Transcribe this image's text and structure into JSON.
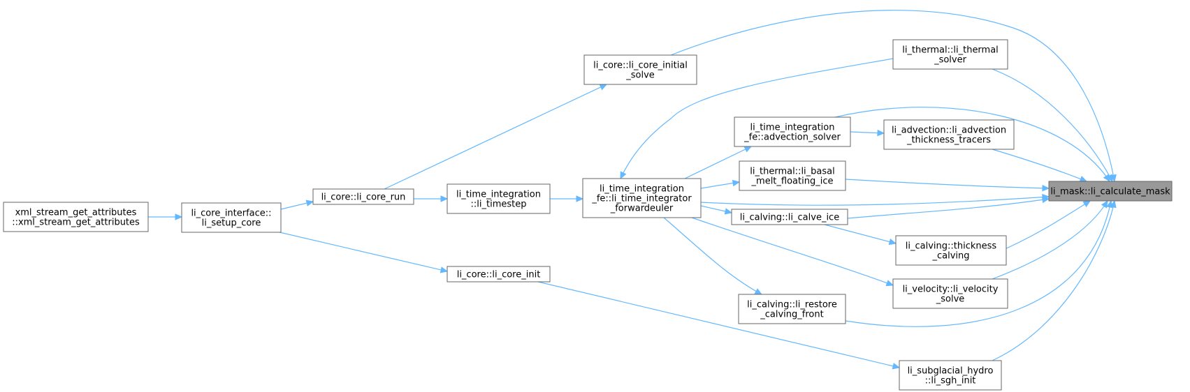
{
  "graph": {
    "nodes": [
      {
        "id": "calc_mask",
        "lines": [
          "li_mask::li_calculate_mask"
        ],
        "highlight": true
      },
      {
        "id": "core_initial_solve",
        "lines": [
          "li_core::li_core_initial",
          "_solve"
        ]
      },
      {
        "id": "thermal_solver",
        "lines": [
          "li_thermal::li_thermal",
          "_solver"
        ]
      },
      {
        "id": "advection_solver",
        "lines": [
          "li_time_integration",
          "_fe::advection_solver"
        ]
      },
      {
        "id": "advection_tracers",
        "lines": [
          "li_advection::li_advection",
          "_thickness_tracers"
        ]
      },
      {
        "id": "basal_melt",
        "lines": [
          "li_thermal::li_basal",
          "_melt_floating_ice"
        ]
      },
      {
        "id": "forwardeuler",
        "lines": [
          "li_time_integration",
          "_fe::li_time_integrator",
          "_forwardeuler"
        ]
      },
      {
        "id": "timestep",
        "lines": [
          "li_time_integration",
          "::li_timestep"
        ]
      },
      {
        "id": "core_run",
        "lines": [
          "li_core::li_core_run"
        ]
      },
      {
        "id": "setup_core",
        "lines": [
          "li_core_interface::",
          "li_setup_core"
        ]
      },
      {
        "id": "xml_attrs",
        "lines": [
          "xml_stream_get_attributes",
          "::xml_stream_get_attributes"
        ]
      },
      {
        "id": "calve_ice",
        "lines": [
          "li_calving::li_calve_ice"
        ]
      },
      {
        "id": "thickness_calving",
        "lines": [
          "li_calving::thickness",
          "_calving"
        ]
      },
      {
        "id": "velocity_solve",
        "lines": [
          "li_velocity::li_velocity",
          "_solve"
        ]
      },
      {
        "id": "core_init",
        "lines": [
          "li_core::li_core_init"
        ]
      },
      {
        "id": "restore_front",
        "lines": [
          "li_calving::li_restore",
          "_calving_front"
        ]
      },
      {
        "id": "sgh_init",
        "lines": [
          "li_subglacial_hydro",
          "::li_sgh_init"
        ]
      }
    ],
    "edges": [
      {
        "from": "core_initial_solve",
        "to": "calc_mask"
      },
      {
        "from": "thermal_solver",
        "to": "calc_mask"
      },
      {
        "from": "advection_solver",
        "to": "calc_mask"
      },
      {
        "from": "advection_tracers",
        "to": "calc_mask"
      },
      {
        "from": "basal_melt",
        "to": "calc_mask"
      },
      {
        "from": "forwardeuler",
        "to": "calc_mask"
      },
      {
        "from": "calve_ice",
        "to": "calc_mask"
      },
      {
        "from": "thickness_calving",
        "to": "calc_mask"
      },
      {
        "from": "velocity_solve",
        "to": "calc_mask"
      },
      {
        "from": "restore_front",
        "to": "calc_mask"
      },
      {
        "from": "sgh_init",
        "to": "calc_mask"
      },
      {
        "from": "core_run",
        "to": "core_initial_solve"
      },
      {
        "from": "setup_core",
        "to": "core_run"
      },
      {
        "from": "xml_attrs",
        "to": "setup_core"
      },
      {
        "from": "timestep",
        "to": "forwardeuler"
      },
      {
        "from": "core_run",
        "to": "timestep"
      },
      {
        "from": "thermal_solver",
        "to": "forwardeuler"
      },
      {
        "from": "advection_solver",
        "to": "advection_tracers"
      },
      {
        "from": "forwardeuler",
        "to": "advection_solver"
      },
      {
        "from": "forwardeuler",
        "to": "basal_melt"
      },
      {
        "from": "forwardeuler",
        "to": "calve_ice"
      },
      {
        "from": "calve_ice",
        "to": "thickness_calving"
      },
      {
        "from": "forwardeuler",
        "to": "velocity_solve"
      },
      {
        "from": "forwardeuler",
        "to": "restore_front"
      },
      {
        "from": "setup_core",
        "to": "core_init"
      },
      {
        "from": "core_init",
        "to": "sgh_init"
      }
    ]
  }
}
